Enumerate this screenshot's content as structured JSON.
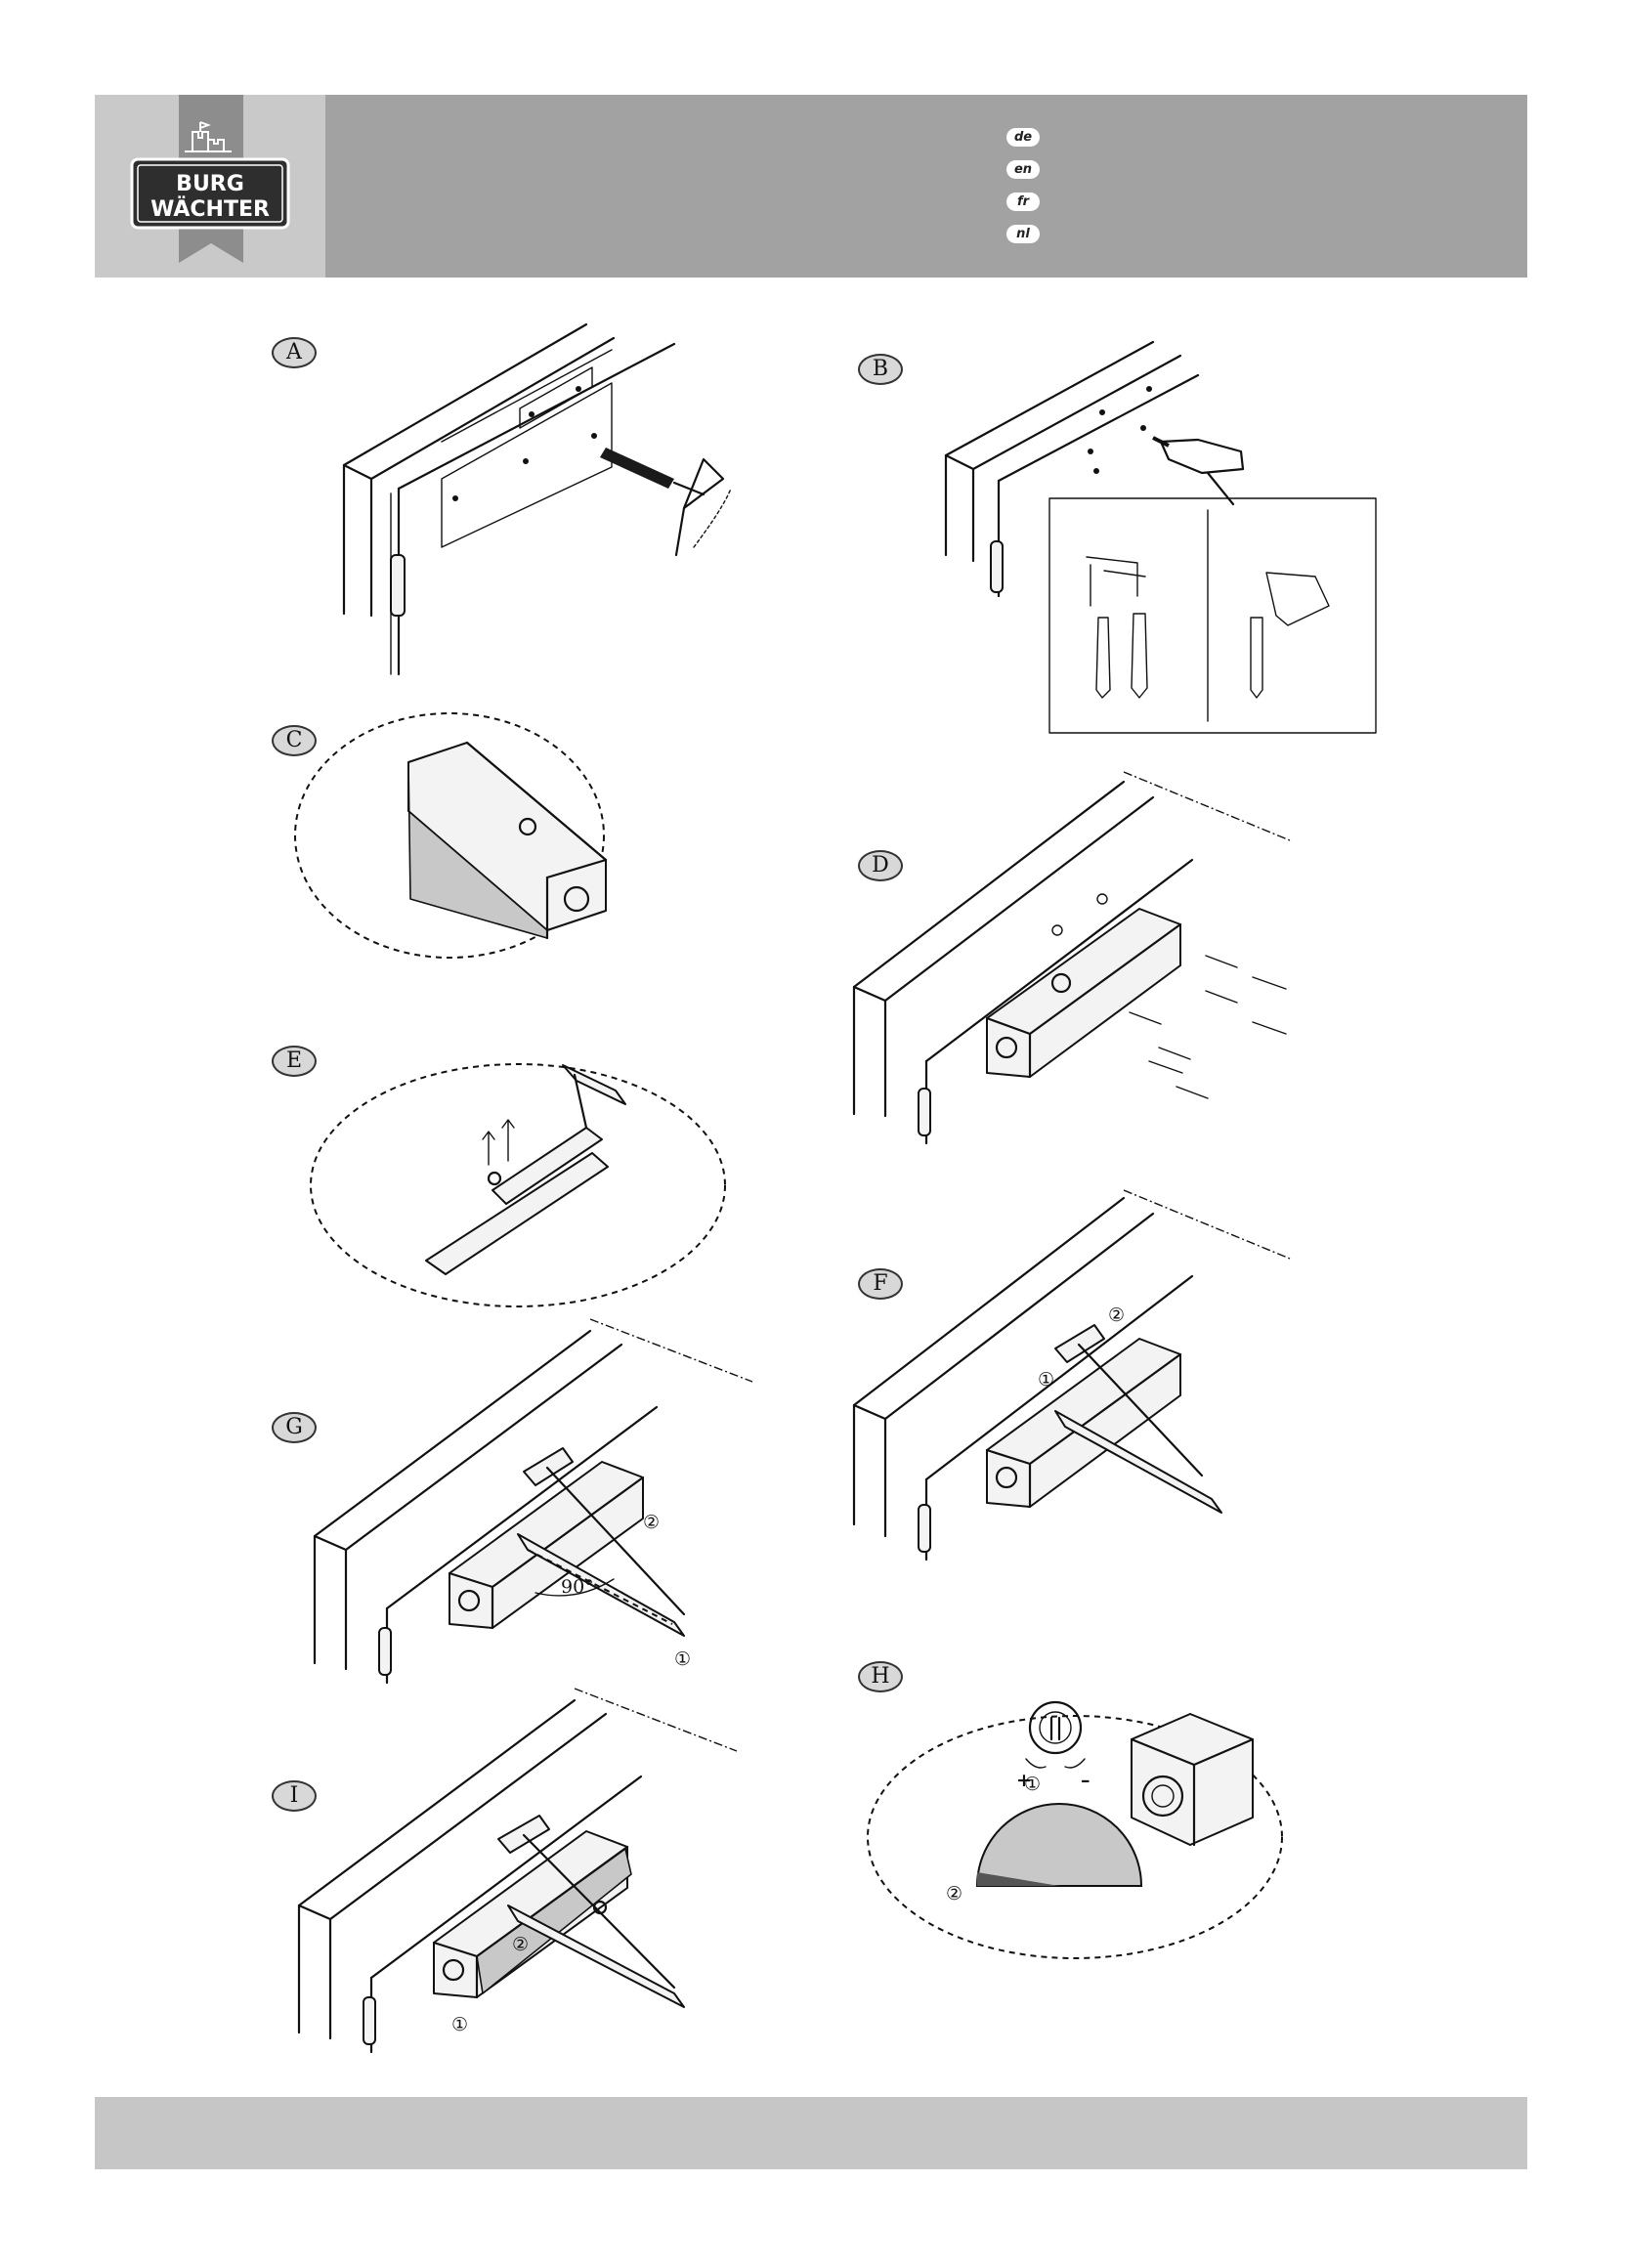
{
  "brand": {
    "line1": "BURG",
    "line2": "WÄCHTER"
  },
  "languages": [
    "de",
    "en",
    "fr",
    "nl"
  ],
  "steps": {
    "A": "A",
    "B": "B",
    "C": "C",
    "D": "D",
    "E": "E",
    "F": "F",
    "G": "G",
    "H": "H",
    "I": "I"
  },
  "annotations": {
    "angle": "90°",
    "one": "①",
    "two": "②",
    "plus": "+",
    "minus": "–"
  }
}
